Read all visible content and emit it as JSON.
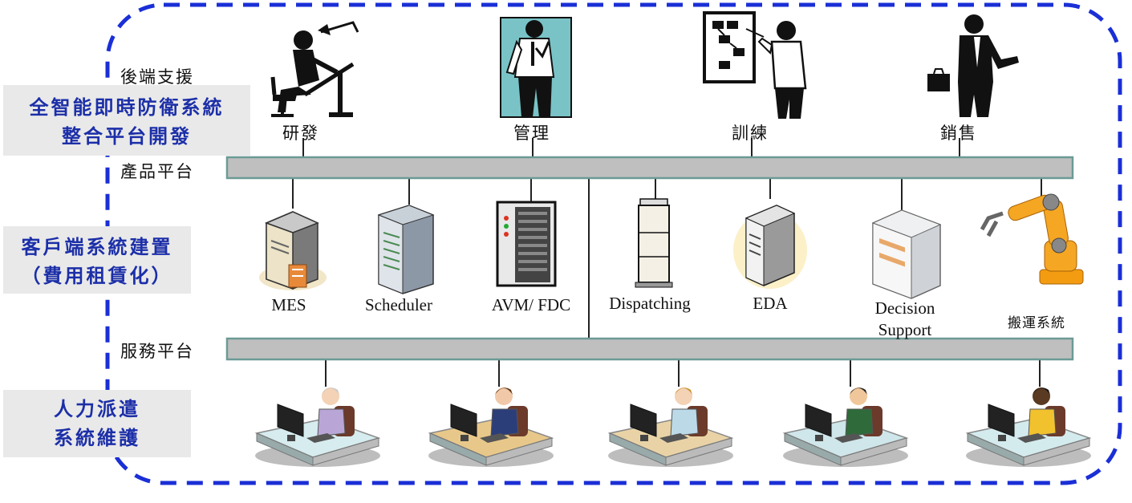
{
  "layers": {
    "backend": "後端支援",
    "product": "產品平台",
    "service": "服務平台"
  },
  "side_boxes": {
    "smart": [
      "全智能即時防衛系統",
      "整合平台開發"
    ],
    "client": [
      "客戶端系統建置",
      "（費用租賃化）"
    ],
    "staff": [
      "人力派遣",
      "系統維護"
    ]
  },
  "roles": [
    {
      "label": "研發",
      "icon": "engineer-drafting-icon"
    },
    {
      "label": "管理",
      "icon": "manager-icon"
    },
    {
      "label": "訓練",
      "icon": "trainer-icon"
    },
    {
      "label": "銷售",
      "icon": "salesman-icon"
    }
  ],
  "systems": [
    {
      "label": "MES",
      "icon": "server-tower-icon"
    },
    {
      "label": "Scheduler",
      "icon": "server-rack-icon"
    },
    {
      "label": "AVM/ FDC",
      "icon": "equipment-cabinet-icon"
    },
    {
      "label": "Dispatching",
      "icon": "tall-cabinet-icon"
    },
    {
      "label": "EDA",
      "icon": "computer-tower-icon"
    },
    {
      "label": "Decision Support",
      "icon": "storage-server-icon"
    },
    {
      "label": "搬運系統",
      "icon": "robot-arm-icon"
    }
  ],
  "workers": [
    {
      "icon": "operator-desk-icon"
    },
    {
      "icon": "operator-desk-icon"
    },
    {
      "icon": "operator-desk-icon"
    },
    {
      "icon": "operator-desk-icon"
    },
    {
      "icon": "operator-desk-icon"
    }
  ],
  "colors": {
    "border_dash": "#1a2fd6",
    "side_text": "#1c2fa8",
    "bar_fill": "#bfbfbf",
    "bar_stroke": "#6c9a96"
  }
}
